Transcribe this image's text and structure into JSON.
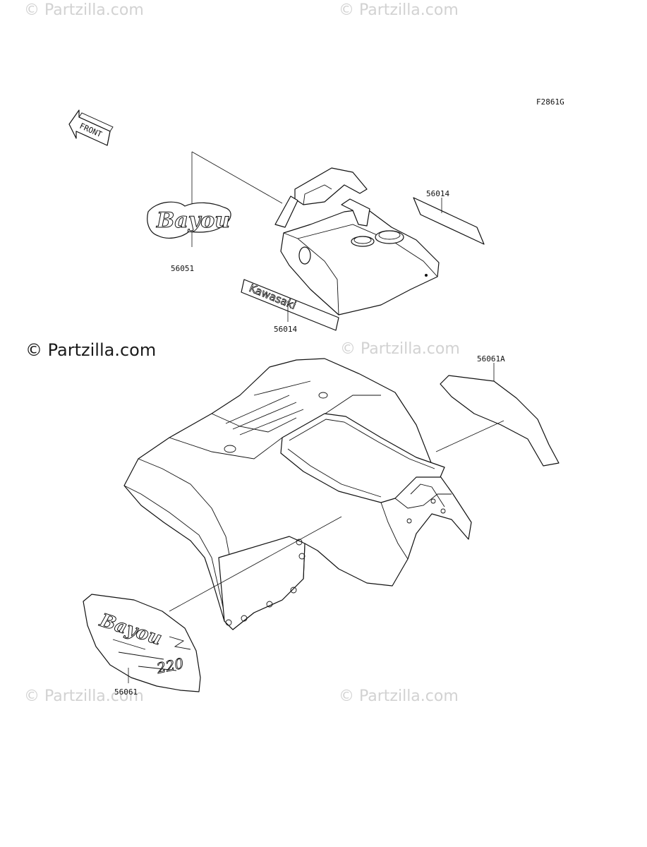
{
  "watermarks": {
    "top_left": "© Partzilla.com",
    "top_right": "© Partzilla.com",
    "middle_left": "© Partzilla.com",
    "middle_right": "© Partzilla.com",
    "bottom_left": "© Partzilla.com",
    "bottom_right": "© Partzilla.com"
  },
  "figure_code": "F2861G",
  "front_arrow_label": "FRONT",
  "decals": {
    "bayou_script": "Bayou",
    "kawasaki": "Kawasaki",
    "model_number": "220"
  },
  "part_labels": {
    "part_56051": "56051",
    "part_56014_top": "56014",
    "part_56014_bottom": "56014",
    "part_56061A": "56061A",
    "part_56061": "56061"
  }
}
